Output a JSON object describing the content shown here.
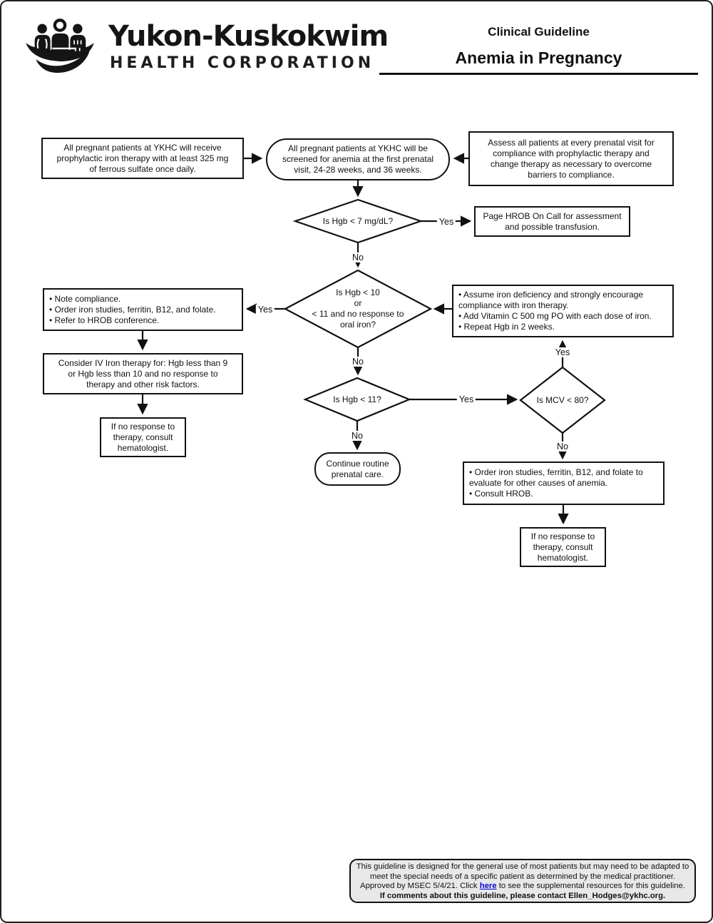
{
  "header": {
    "org_name": "Yukon-Kuskokwim",
    "org_subtitle": "HEALTH CORPORATION",
    "doc_type": "Clinical Guideline",
    "doc_title": "Anemia in Pregnancy"
  },
  "flowchart": {
    "labels": {
      "yes": "Yes",
      "no": "No"
    },
    "nodes": {
      "prophylactic_iron": "All pregnant patients at YKHC will receive\nprophylactic iron therapy with at least 325 mg\nof ferrous sulfate once daily.",
      "screening": "All pregnant patients at YKHC will be\nscreened for anemia at the first prenatal\nvisit, 24-28 weeks, and 36 weeks.",
      "assess_compliance": "Assess all patients at every prenatal visit for\ncompliance with prophylactic therapy and\nchange therapy as necessary to overcome\nbarriers to compliance.",
      "decision_hgb7": "Is Hgb < 7 mg/dL?",
      "page_hrob": "Page HROB On Call for assessment\nand possible transfusion.",
      "decision_hgb10": "Is Hgb < 10\nor\n< 11 and no response to\noral iron?",
      "note_compliance": "• Note compliance.\n• Order iron studies, ferritin, B12, and folate.\n• Refer to HROB conference.",
      "assume_iron_deficiency": "• Assume iron deficiency and strongly encourage\ncompliance with iron therapy.\n• Add Vitamin C 500 mg PO with each dose of iron.\n• Repeat Hgb in 2 weeks.",
      "consider_iv_iron": "Consider IV Iron therapy for: Hgb less than 9\nor Hgb less than 10 and no response to\ntherapy and other risk factors.",
      "consult_hematologist_left": "If no response to\ntherapy, consult\nhematologist.",
      "decision_hgb11": "Is Hgb < 11?",
      "decision_mcv80": "Is MCV < 80?",
      "continue_care": "Continue routine\nprenatal care.",
      "order_iron_studies": "• Order iron studies, ferritin, B12, and folate to\nevaluate for other causes of anemia.\n• Consult HROB.",
      "consult_hematologist_right": "If no response to\ntherapy, consult\nhematologist."
    }
  },
  "footer": {
    "line1": "This guideline is designed for the general use of most patients but may need to be adapted to",
    "line2": "meet the special needs of a specific patient as determined by the medical practitioner.",
    "line3_pre": "Approved by MSEC 5/4/21. Click ",
    "line3_link": "here",
    "line3_post": " to see the supplemental resources for this guideline.",
    "line4": "If comments about this guideline, please contact Ellen_Hodges@ykhc.org."
  }
}
